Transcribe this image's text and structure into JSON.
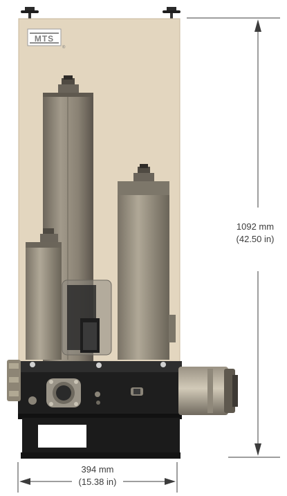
{
  "logo": {
    "text": "MTS",
    "mark": "®"
  },
  "dimensions": {
    "height": {
      "metric": "1092 mm",
      "imperial": "(42.50 in)"
    },
    "width": {
      "metric": "394 mm",
      "imperial": "(15.38 in)"
    }
  },
  "colors": {
    "enclosure": "#e3d6bf",
    "enclosure_edge": "#c9b89c",
    "cylinder": "#8a8274",
    "cylinder_dark": "#5d5850",
    "manifold": "#222222",
    "dimension_line": "#3c3c3c"
  }
}
